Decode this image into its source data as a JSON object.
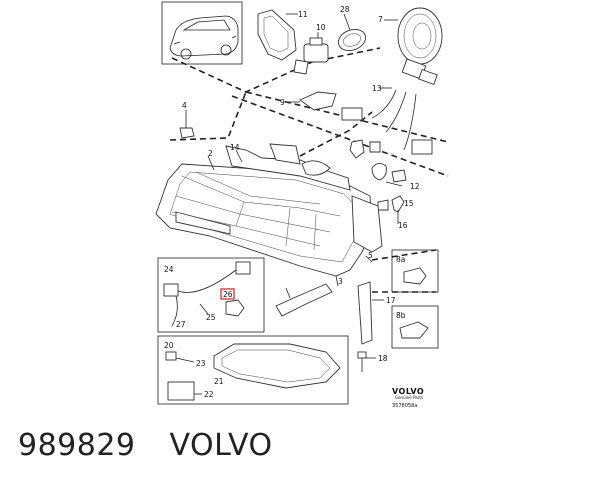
{
  "diagram": {
    "callouts": [
      "11",
      "10",
      "28",
      "7",
      "9",
      "13",
      "4",
      "2",
      "14",
      "12",
      "15",
      "16",
      "5",
      "3",
      "24",
      "26",
      "25",
      "27",
      "17",
      "8a",
      "8b",
      "20",
      "23",
      "21",
      "22",
      "18"
    ],
    "brand_mark": "VOLVO",
    "brand_sub": "Genuine Parts",
    "drawing_id": "3578058a"
  },
  "footer": {
    "part_number": "989829",
    "brand": "VOLVO"
  }
}
